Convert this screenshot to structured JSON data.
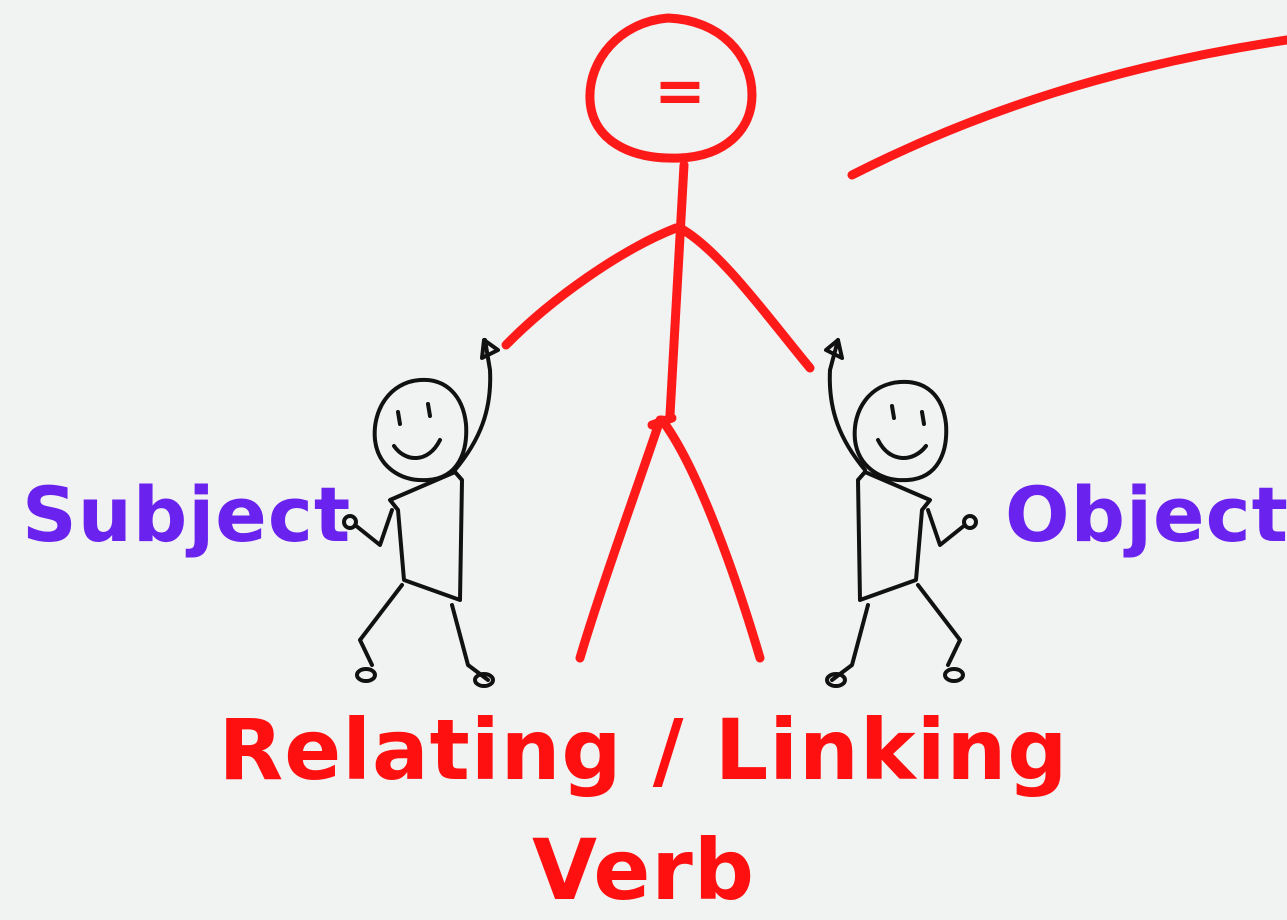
{
  "labels": {
    "subject": "Subject",
    "object": "Object",
    "verb_line1": "Relating / Linking",
    "verb_line2": "Verb",
    "head_symbol": "="
  },
  "colors": {
    "background": "#f1f2f2",
    "verb": "#ff1010",
    "noun": "#6a22ee",
    "small_figures": "#111111"
  }
}
